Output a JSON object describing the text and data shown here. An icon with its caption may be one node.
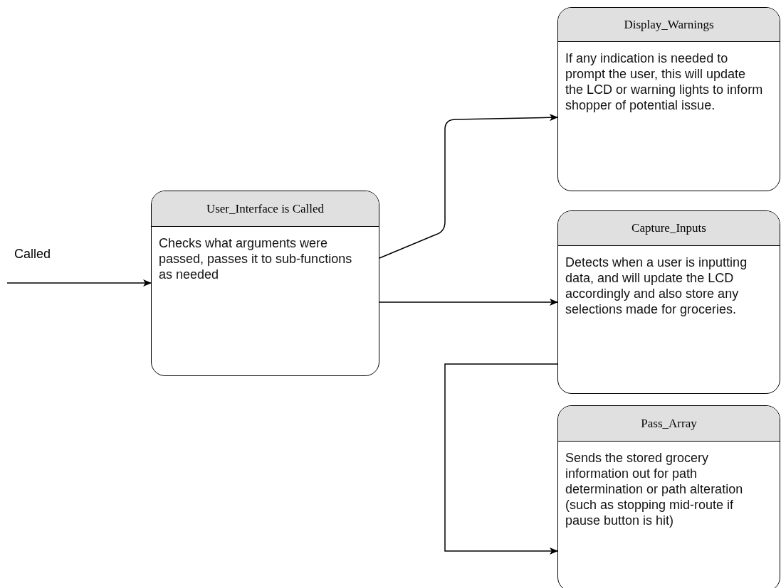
{
  "diagram": {
    "nodes": [
      {
        "text": [
          "User_Interface is Called",
          "Checks what arguments were passed, passes it to sub-functions as needed"
        ]
      },
      {
        "text": [
          "Display_Warnings",
          "If any indication is needed to prompt the user, this will update the LCD or warning lights to inform shopper of potential issue."
        ]
      },
      {
        "text": [
          "Capture_Inputs",
          "Detects when a user is inputting data, and will update the LCD accordingly and also store any selections made for groceries."
        ]
      },
      {
        "text": [
          "Pass_Array",
          "Sends the stored grocery information out for path determination or path alteration (such as stopping mid-route if pause button is hit)"
        ]
      }
    ],
    "edges": [
      {
        "from": null,
        "to": 0,
        "arrow": "to",
        "label": "Called"
      },
      {
        "from": 0,
        "to": 1,
        "arrow": "to"
      },
      {
        "from": 0,
        "to": 2,
        "arrow": "to"
      },
      {
        "from": 2,
        "to": 3,
        "arrow": "to"
      }
    ]
  }
}
